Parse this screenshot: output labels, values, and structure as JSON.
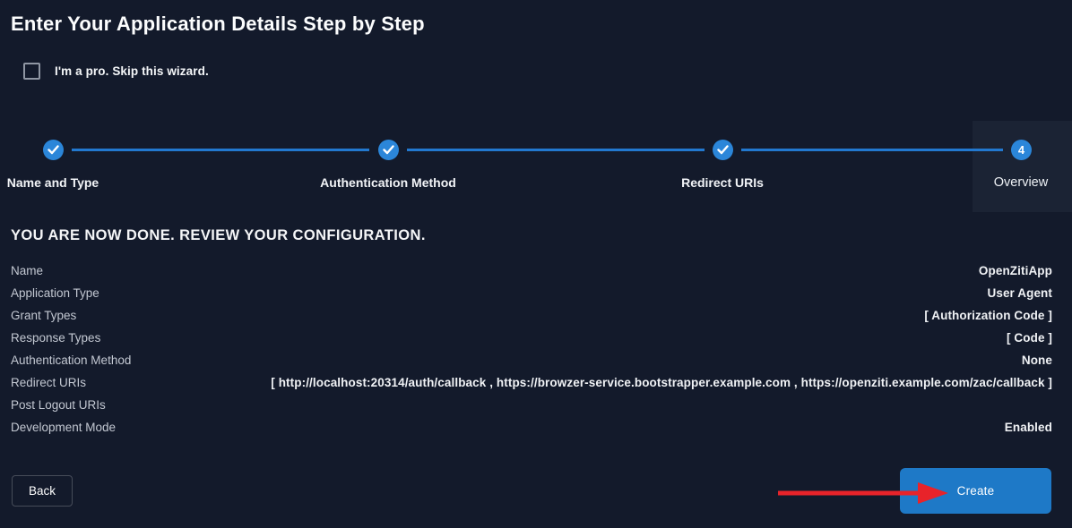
{
  "page": {
    "title": "Enter Your Application Details Step by Step"
  },
  "skip": {
    "label": "I'm a pro. Skip this wizard.",
    "checked": false
  },
  "stepper": {
    "steps": [
      {
        "label": "Name and Type",
        "status": "done",
        "icon": "check-icon"
      },
      {
        "label": "Authentication Method",
        "status": "done",
        "icon": "check-icon"
      },
      {
        "label": "Redirect URIs",
        "status": "done",
        "icon": "check-icon"
      },
      {
        "label": "Overview",
        "status": "current",
        "number": "4"
      }
    ]
  },
  "review": {
    "heading": "YOU ARE NOW DONE. REVIEW YOUR CONFIGURATION.",
    "rows": [
      {
        "label": "Name",
        "value": "OpenZitiApp"
      },
      {
        "label": "Application Type",
        "value": "User Agent"
      },
      {
        "label": "Grant Types",
        "value": "[ Authorization Code ]"
      },
      {
        "label": "Response Types",
        "value": "[ Code ]"
      },
      {
        "label": "Authentication Method",
        "value": "None"
      },
      {
        "label": "Redirect URIs",
        "value": "[ http://localhost:20314/auth/callback , https://browzer-service.bootstrapper.example.com , https://openziti.example.com/zac/callback ]"
      },
      {
        "label": "Post Logout URIs",
        "value": ""
      },
      {
        "label": "Development Mode",
        "value": "Enabled"
      }
    ]
  },
  "actions": {
    "back_label": "Back",
    "create_label": "Create"
  },
  "colors": {
    "background": "#131a2b",
    "accent_blue": "#2b86d9",
    "connector_blue": "#2278cf",
    "create_button_blue": "#1e79c7",
    "arrow_red": "#e8232a",
    "active_step_highlight": "#1b2334"
  }
}
